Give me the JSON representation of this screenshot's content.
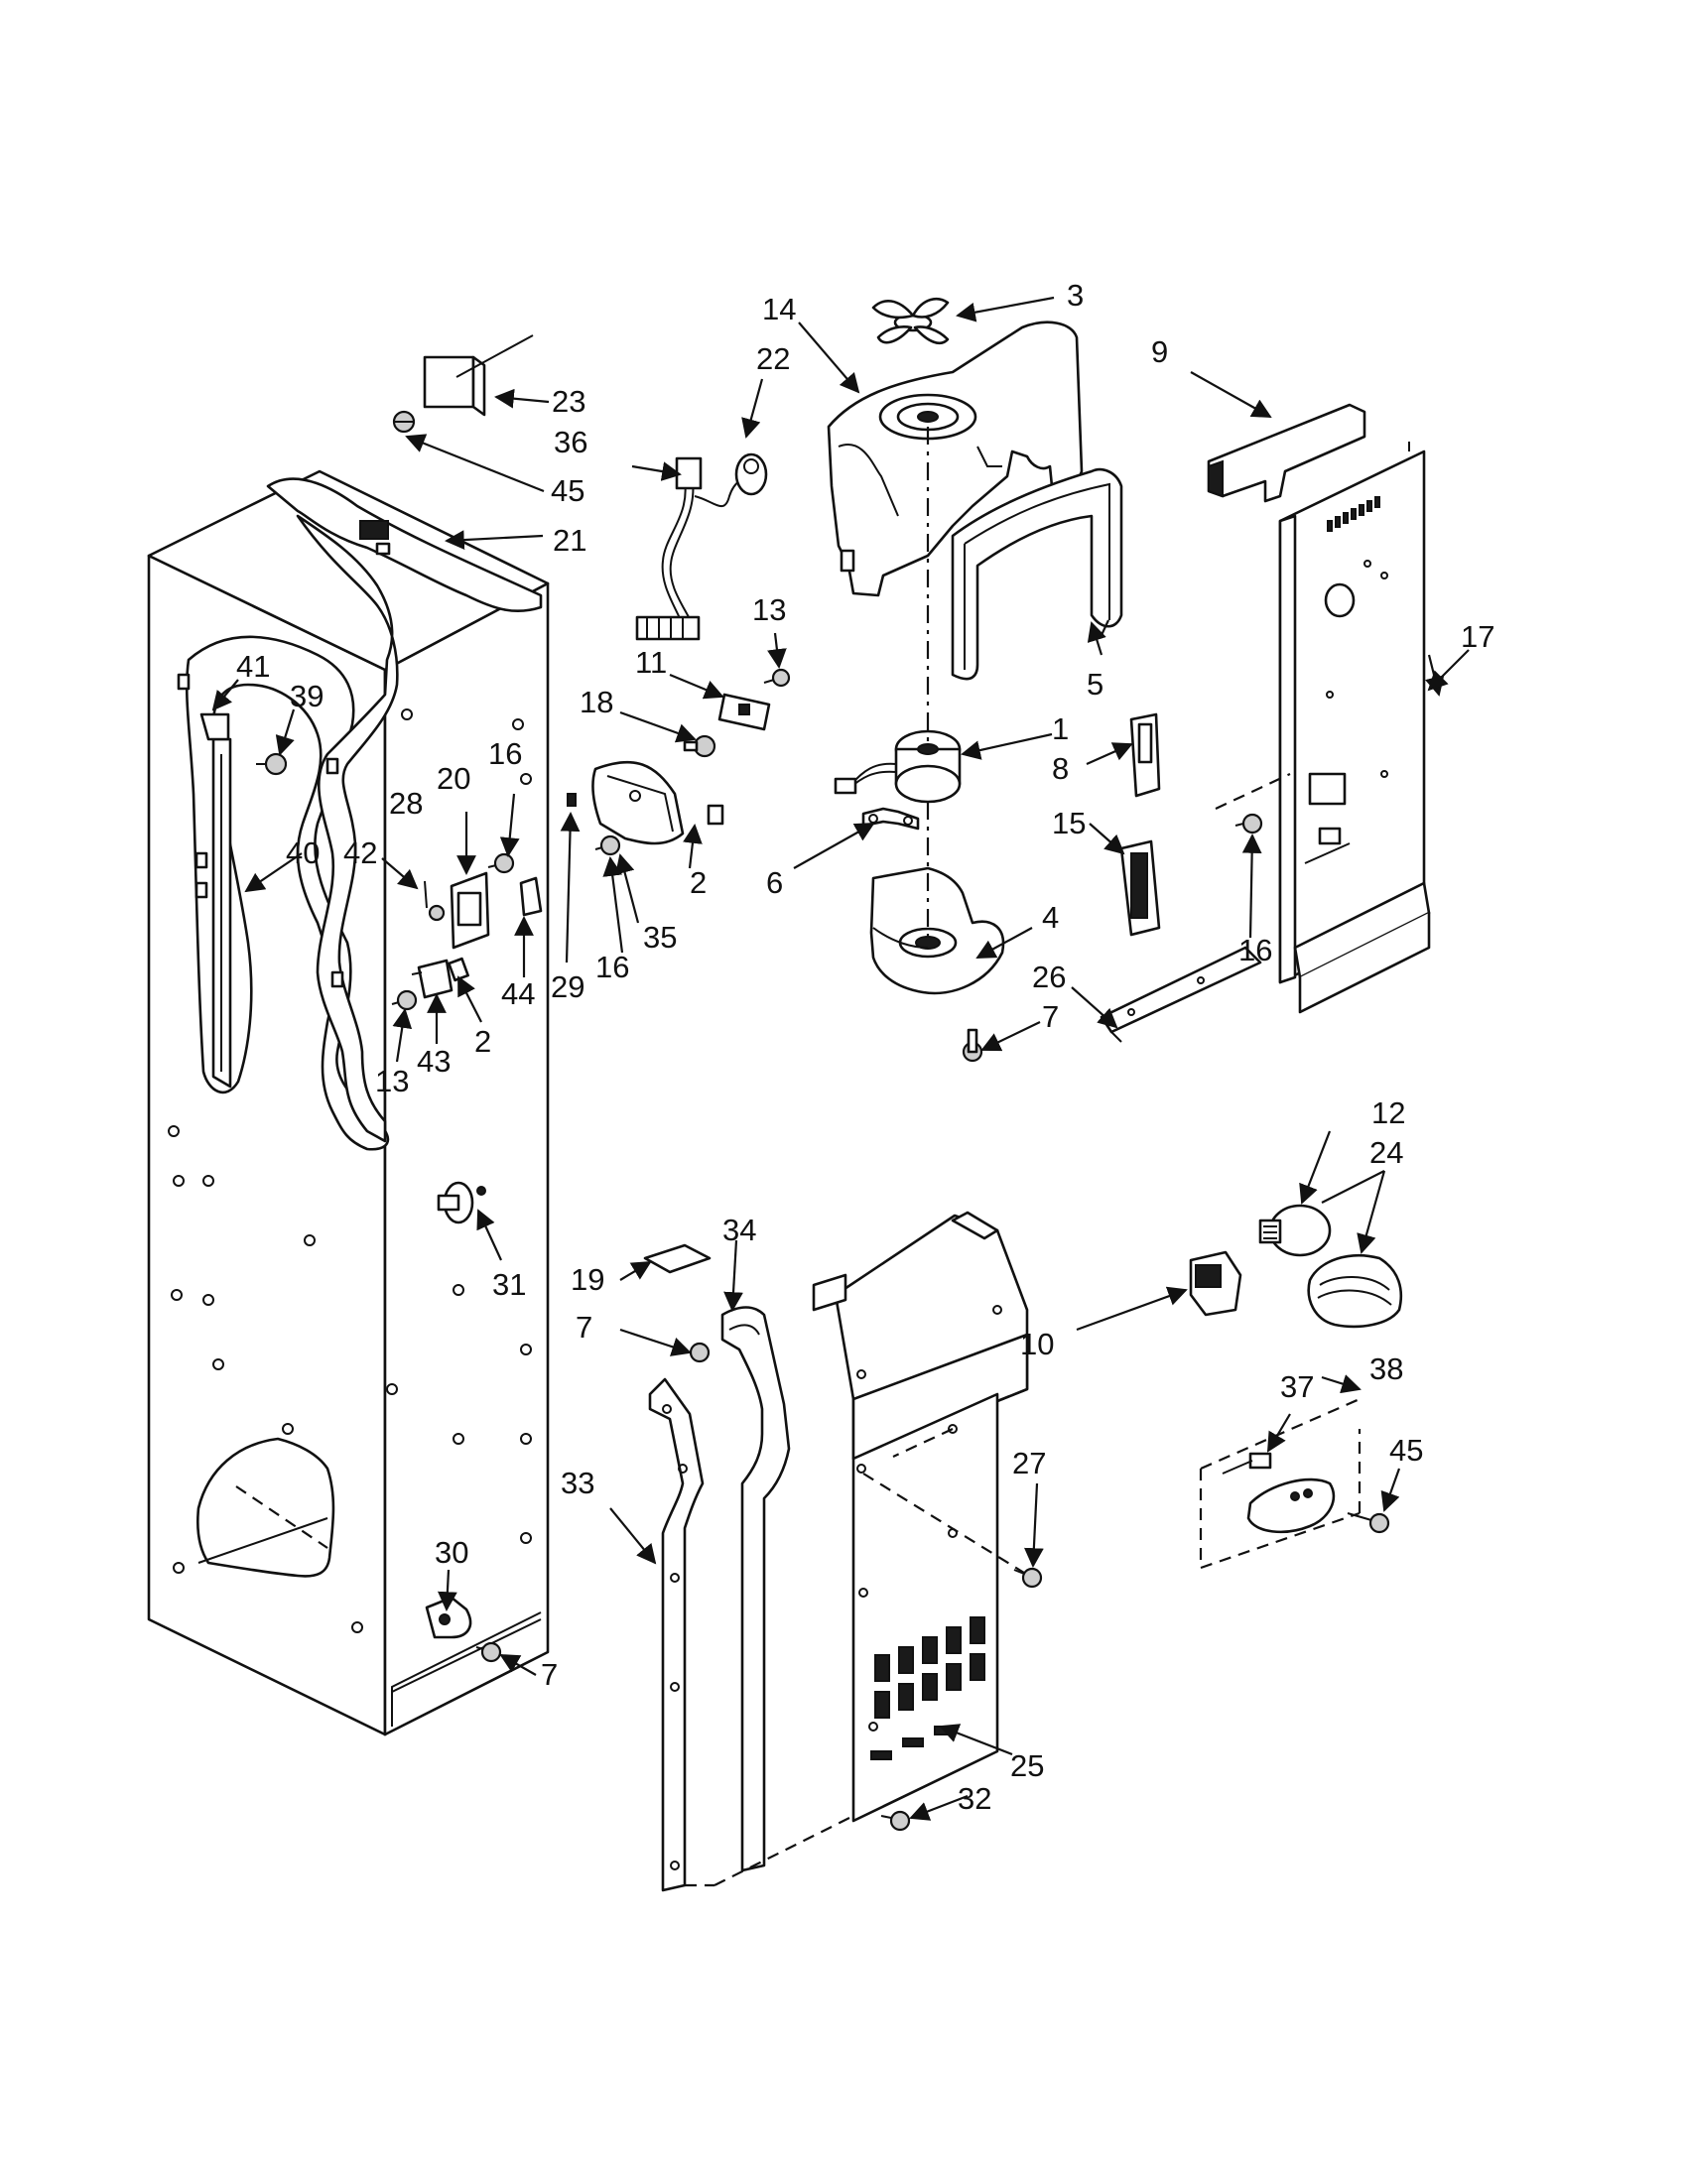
{
  "diagram": {
    "callouts": [
      {
        "id": "c1",
        "label": "1"
      },
      {
        "id": "c2a",
        "label": "2"
      },
      {
        "id": "c2b",
        "label": "2"
      },
      {
        "id": "c3",
        "label": "3"
      },
      {
        "id": "c4",
        "label": "4"
      },
      {
        "id": "c5",
        "label": "5"
      },
      {
        "id": "c6",
        "label": "6"
      },
      {
        "id": "c7a",
        "label": "7"
      },
      {
        "id": "c7b",
        "label": "7"
      },
      {
        "id": "c7c",
        "label": "7"
      },
      {
        "id": "c8",
        "label": "8"
      },
      {
        "id": "c9",
        "label": "9"
      },
      {
        "id": "c10",
        "label": "10"
      },
      {
        "id": "c11",
        "label": "11"
      },
      {
        "id": "c12",
        "label": "12"
      },
      {
        "id": "c13a",
        "label": "13"
      },
      {
        "id": "c13b",
        "label": "13"
      },
      {
        "id": "c14",
        "label": "14"
      },
      {
        "id": "c15",
        "label": "15"
      },
      {
        "id": "c16a",
        "label": "16"
      },
      {
        "id": "c16b",
        "label": "16"
      },
      {
        "id": "c16c",
        "label": "16"
      },
      {
        "id": "c17",
        "label": "17"
      },
      {
        "id": "c18",
        "label": "18"
      },
      {
        "id": "c19",
        "label": "19"
      },
      {
        "id": "c20",
        "label": "20"
      },
      {
        "id": "c21",
        "label": "21"
      },
      {
        "id": "c22",
        "label": "22"
      },
      {
        "id": "c23",
        "label": "23"
      },
      {
        "id": "c24",
        "label": "24"
      },
      {
        "id": "c25",
        "label": "25"
      },
      {
        "id": "c26",
        "label": "26"
      },
      {
        "id": "c27",
        "label": "27"
      },
      {
        "id": "c28",
        "label": "28"
      },
      {
        "id": "c29",
        "label": "29"
      },
      {
        "id": "c30",
        "label": "30"
      },
      {
        "id": "c31",
        "label": "31"
      },
      {
        "id": "c32",
        "label": "32"
      },
      {
        "id": "c33",
        "label": "33"
      },
      {
        "id": "c34",
        "label": "34"
      },
      {
        "id": "c35",
        "label": "35"
      },
      {
        "id": "c36",
        "label": "36"
      },
      {
        "id": "c37",
        "label": "37"
      },
      {
        "id": "c38",
        "label": "38"
      },
      {
        "id": "c39",
        "label": "39"
      },
      {
        "id": "c40",
        "label": "40"
      },
      {
        "id": "c41",
        "label": "41"
      },
      {
        "id": "c42",
        "label": "42"
      },
      {
        "id": "c43",
        "label": "43"
      },
      {
        "id": "c44",
        "label": "44"
      },
      {
        "id": "c45a",
        "label": "45"
      },
      {
        "id": "c45b",
        "label": "45"
      }
    ]
  }
}
